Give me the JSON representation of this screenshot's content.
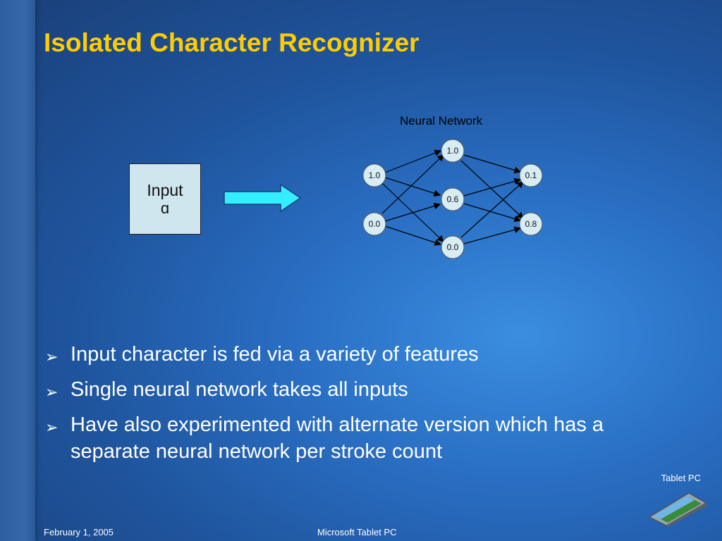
{
  "slide": {
    "title": "Isolated Character Recognizer",
    "input_box": {
      "label": "Input",
      "char": "ɑ"
    },
    "network": {
      "label": "Neural Network",
      "inputs": [
        "1.0",
        "0.0"
      ],
      "hidden": [
        "1.0",
        "0.6",
        "0.0"
      ],
      "outputs": [
        "0.1",
        "0.8"
      ]
    },
    "bullets": [
      "Input character is fed via a variety of features",
      "Single neural network takes all inputs",
      "Have also experimented with alternate version which has a separate neural network per stroke count"
    ],
    "brand": "Tablet PC"
  },
  "footer": {
    "date": "February 1, 2005",
    "center": "Microsoft Tablet PC"
  },
  "colors": {
    "title": "#ffcc00",
    "arrow_fill": "#33eeff",
    "input_box": "#cfe6ee",
    "node_fill": "#d8ecf4"
  },
  "icons": {
    "bullet": "chevron-right-icon",
    "logo": "laptop-icon"
  }
}
